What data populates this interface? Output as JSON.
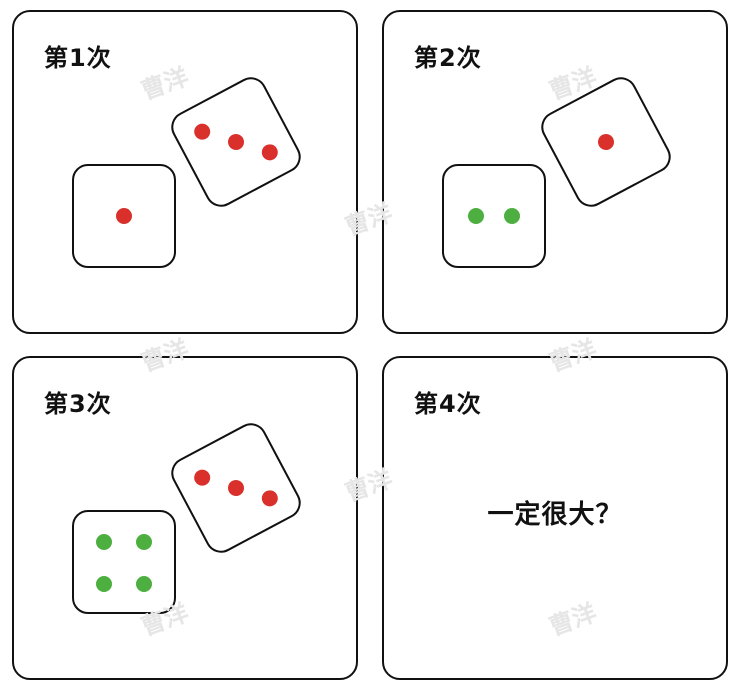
{
  "colors": {
    "red": "#d9302b",
    "green": "#4caf3f"
  },
  "watermark": "曹洋",
  "panels": [
    {
      "title": "第1次",
      "dice": [
        {
          "value": 1,
          "color": "red"
        },
        {
          "value": 3,
          "color": "red"
        }
      ]
    },
    {
      "title": "第2次",
      "dice": [
        {
          "value": 2,
          "color": "green"
        },
        {
          "value": 1,
          "color": "red"
        }
      ]
    },
    {
      "title": "第3次",
      "dice": [
        {
          "value": 4,
          "color": "green"
        },
        {
          "value": 3,
          "color": "red"
        }
      ]
    },
    {
      "title": "第4次",
      "question": "一定很大？"
    }
  ]
}
